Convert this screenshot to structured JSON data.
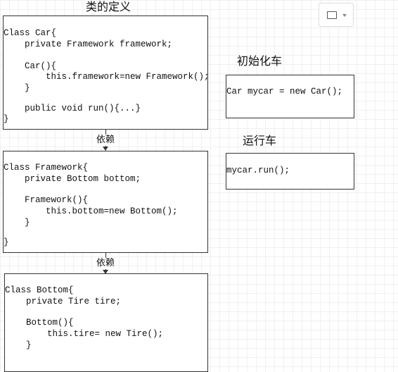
{
  "titles": {
    "class_definition": "类的定义",
    "init_car": "初始化车",
    "run_car": "运行车"
  },
  "edges": {
    "car_to_framework": "依赖",
    "framework_to_bottom": "依赖"
  },
  "boxes": {
    "car": [
      "Class Car{",
      "    private Framework framework;",
      "",
      "    Car(){",
      "        this.framework=new Framework();",
      "    }",
      "",
      "    public void run(){...}",
      "}"
    ],
    "framework": [
      "Class Framework{",
      "    private Bottom bottom;",
      "",
      "    Framework(){",
      "        this.bottom=new Bottom();",
      "    }",
      "",
      "}"
    ],
    "bottom": [
      "Class Bottom{",
      "    private Tire tire;",
      "",
      "    Bottom(){",
      "        this.tire= new Tire();",
      "    }"
    ],
    "init": [
      "Car mycar = new Car();"
    ],
    "run": [
      "mycar.run();"
    ]
  },
  "toolbar": {
    "insert_image": "image-icon",
    "dropdown": "chevron-down-icon"
  }
}
